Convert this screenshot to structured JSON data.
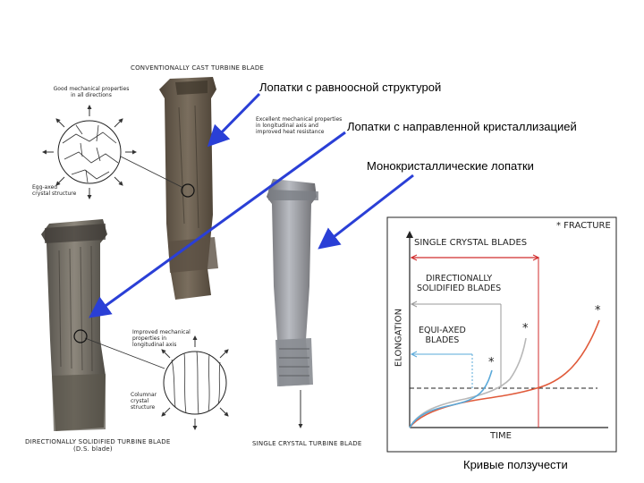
{
  "captions": {
    "conventional_blade": "CONVENTIONALLY CAST TURBINE BLADE",
    "ds_blade": "DIRECTIONALLY SOLIDIFIED TURBINE BLADE",
    "ds_blade_sub": "(D.S. blade)",
    "sc_blade": "SINGLE CRYSTAL TURBINE BLADE"
  },
  "annotations": {
    "good_props": [
      "Good mechanical properties",
      "in all directions"
    ],
    "equiaxed": [
      "Egg-axed",
      "crystal structure"
    ],
    "excellent_props": [
      "Excellent mechanical properties",
      "in longitudinal axis and",
      "improved heat resistance"
    ],
    "improved_props": [
      "Improved mechanical",
      "properties in",
      "longitudinal axis"
    ],
    "columnar": [
      "Columnar",
      "crystal",
      "structure"
    ]
  },
  "labels": {
    "equiaxed_blades": "Лопатки с равноосной структурой",
    "ds_blades": "Лопатки с направленной кристаллизацией",
    "sc_blades": "Монокристаллические лопатки",
    "creep_curves": "Кривые ползучести"
  },
  "colors": {
    "arrow": "#2a3fd6",
    "single_crystal_curve": "#e05a3a",
    "ds_curve": "#b8b8b8",
    "equiaxed_curve": "#5aa9d9",
    "bracket": "#d12d2d"
  },
  "chart_data": {
    "type": "line",
    "title": "",
    "fracture_legend": "* FRACTURE",
    "xlabel": "TIME",
    "ylabel": "ELONGATION",
    "series_labels": {
      "single_crystal": "SINGLE CRYSTAL BLADES",
      "ds": [
        "DIRECTIONALLY",
        "SOLIDIFIED BLADES"
      ],
      "equiaxed": [
        "EQUI-AXED",
        "BLADES"
      ]
    },
    "fracture_marker": "*"
  }
}
